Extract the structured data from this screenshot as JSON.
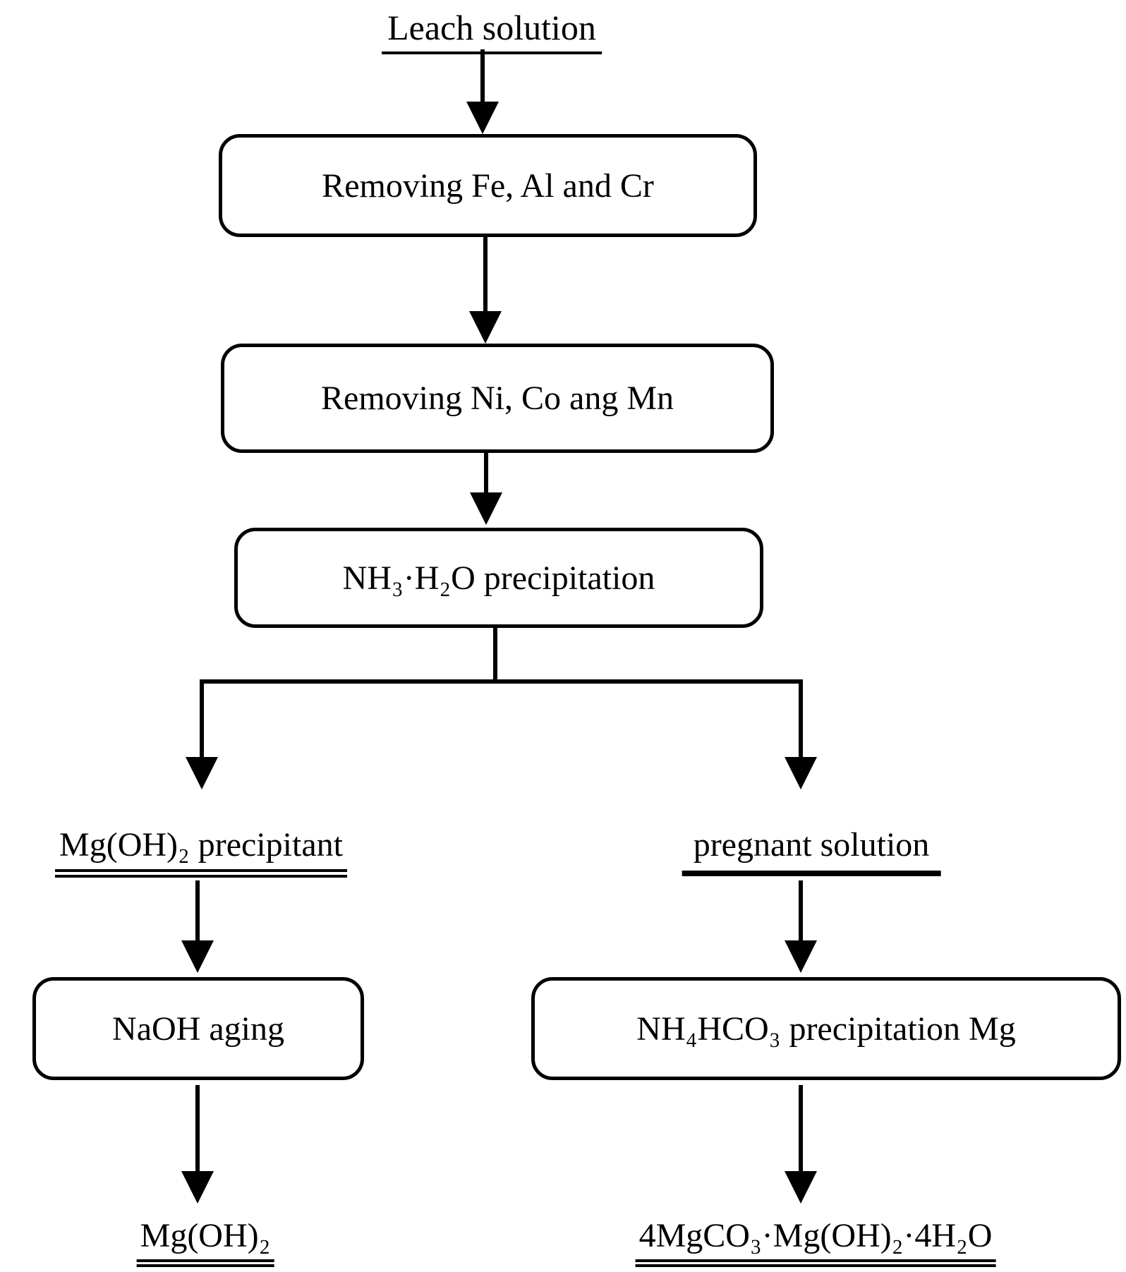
{
  "figure": {
    "type": "flowchart",
    "background_color": "#ffffff",
    "stroke_color": "#000000"
  },
  "nodes": {
    "source": {
      "label": "Leach solution",
      "kind": "underlined-stream"
    },
    "step1": {
      "label": "Removing Fe, Al and Cr",
      "kind": "process-box"
    },
    "step2": {
      "label": "Removing Ni, Co ang Mn",
      "kind": "process-box"
    },
    "step3": {
      "label": "NH₃·H₂O precipitation",
      "kind": "process-box"
    },
    "branch_left": {
      "label": "Mg(OH)₂ precipitant",
      "kind": "underlined-stream"
    },
    "branch_right": {
      "label": "pregnant solution",
      "kind": "underlined-stream"
    },
    "step4_left": {
      "label": "NaOH aging",
      "kind": "process-box"
    },
    "step4_right": {
      "label": "NH₄HCO₃ precipitation Mg",
      "kind": "process-box"
    },
    "product_left": {
      "label": "Mg(OH)₂",
      "kind": "double-underlined-product"
    },
    "product_right": {
      "label": "4MgCO₃·Mg(OH)₂·4H₂O",
      "kind": "double-underlined-product"
    }
  },
  "edges": [
    {
      "from": "source",
      "to": "step1"
    },
    {
      "from": "step1",
      "to": "step2"
    },
    {
      "from": "step2",
      "to": "step3"
    },
    {
      "from": "step3",
      "to": "branch_left"
    },
    {
      "from": "step3",
      "to": "branch_right"
    },
    {
      "from": "branch_left",
      "to": "step4_left"
    },
    {
      "from": "step4_left",
      "to": "product_left"
    },
    {
      "from": "branch_right",
      "to": "step4_right"
    },
    {
      "from": "step4_right",
      "to": "product_right"
    }
  ]
}
